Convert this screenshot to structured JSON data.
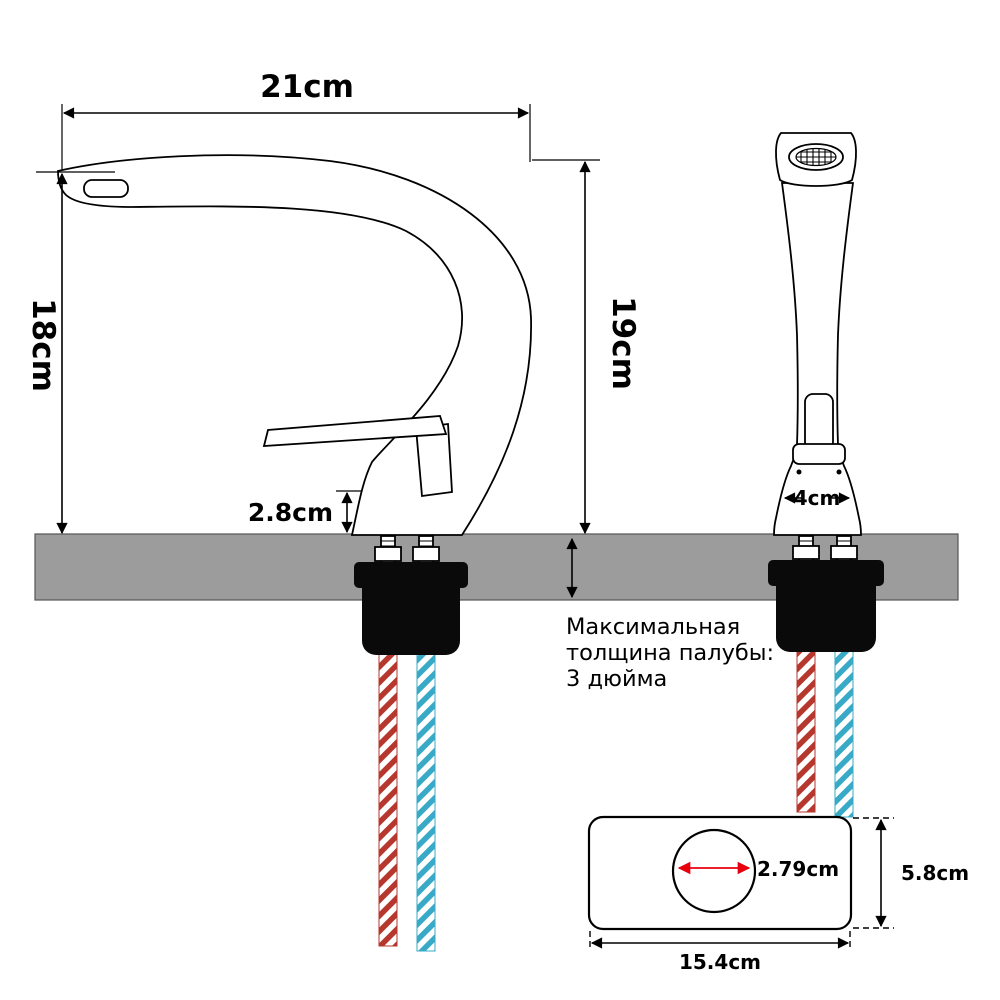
{
  "side_view": {
    "spout_reach_label": "21cm",
    "tip_height_label": "18cm",
    "total_height_label": "19cm",
    "base_height_label": "2.8cm"
  },
  "front_view": {
    "base_width_label": "4cm"
  },
  "deck_note": {
    "line1": "Максимальная",
    "line2": "толщина палубы:",
    "line3": "3 дюйма"
  },
  "plate_view": {
    "hole_diameter_label": "2.79cm",
    "plate_depth_label": "5.8cm",
    "plate_width_label": "15.4cm"
  },
  "colors": {
    "deck": "#9c9c9c",
    "deck_edge": "#555555",
    "nut": "#0a0a0a",
    "hot_hose": "#b6372e",
    "cold_hose": "#38a9c6",
    "hole_dimension": "#e8000d",
    "line": "#000000"
  }
}
